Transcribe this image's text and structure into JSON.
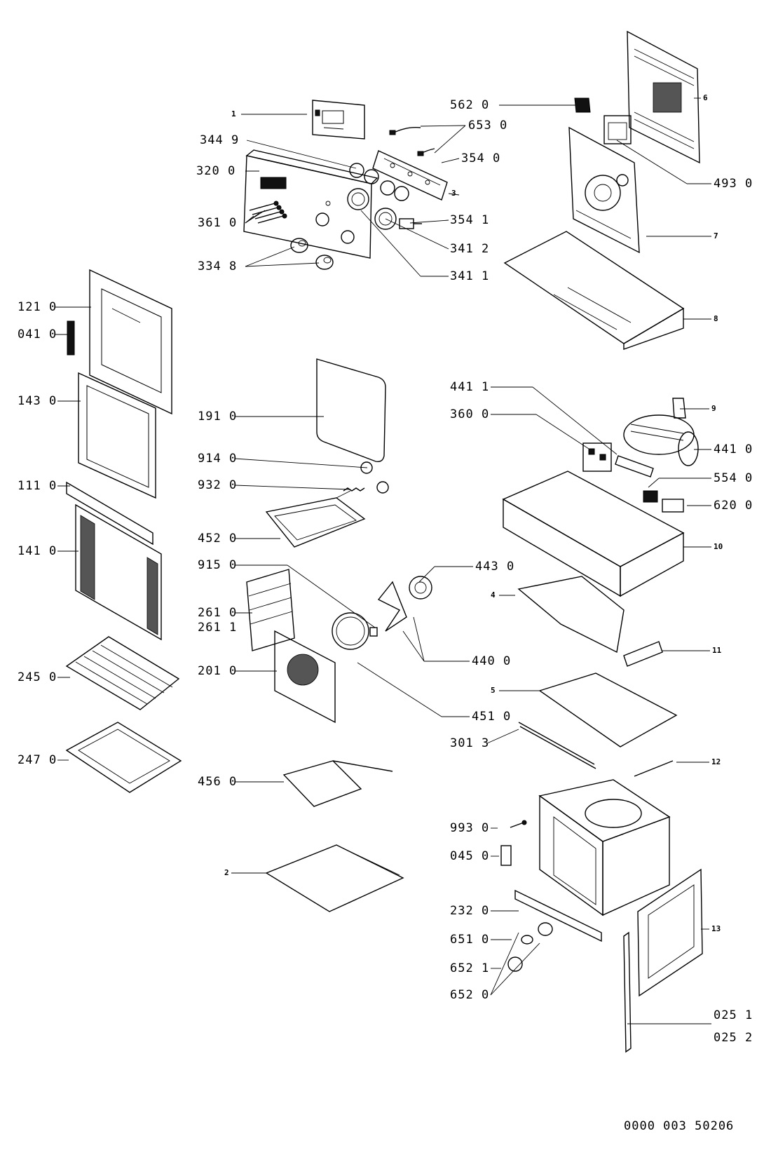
{
  "labels": {
    "p1": "1",
    "p344_9": "344 9",
    "p320_0": "320 0",
    "p361_0": "361 0",
    "p334_8": "334 8",
    "p562_0": "562 0",
    "p653_0": "653 0",
    "p354_0": "354 0",
    "p3": "3",
    "p354_1": "354 1",
    "p341_2": "341 2",
    "p341_1": "341 1",
    "p6": "6",
    "p493_0": "493 0",
    "p7": "7",
    "p8": "8",
    "p121_0": "121 0",
    "p041_0": "041 0",
    "p143_0": "143 0",
    "p111_0": "111 0",
    "p141_0": "141 0",
    "p245_0": "245 0",
    "p247_0": "247 0",
    "p191_0": "191 0",
    "p914_0": "914 0",
    "p932_0": "932 0",
    "p452_0": "452 0",
    "p915_0": "915 0",
    "p261_0": "261 0",
    "p261_1": "261 1",
    "p201_0": "201 0",
    "p456_0": "456 0",
    "p2": "2",
    "p443_0": "443 0",
    "p440_0": "440 0",
    "p451_0": "451 0",
    "p301_3": "301 3",
    "p441_1": "441 1",
    "p360_0": "360 0",
    "p9": "9",
    "p441_0": "441 0",
    "p554_0": "554 0",
    "p620_0": "620 0",
    "p10": "10",
    "p4": "4",
    "p11": "11",
    "p5": "5",
    "p12": "12",
    "p993_0": "993 0",
    "p045_0": "045 0",
    "p232_0": "232 0",
    "p651_0": "651 0",
    "p652_1": "652 1",
    "p652_0": "652 0",
    "p13": "13",
    "p025_1": "025 1",
    "p025_2": "025 2"
  },
  "doc_number": "0000 003 50206"
}
